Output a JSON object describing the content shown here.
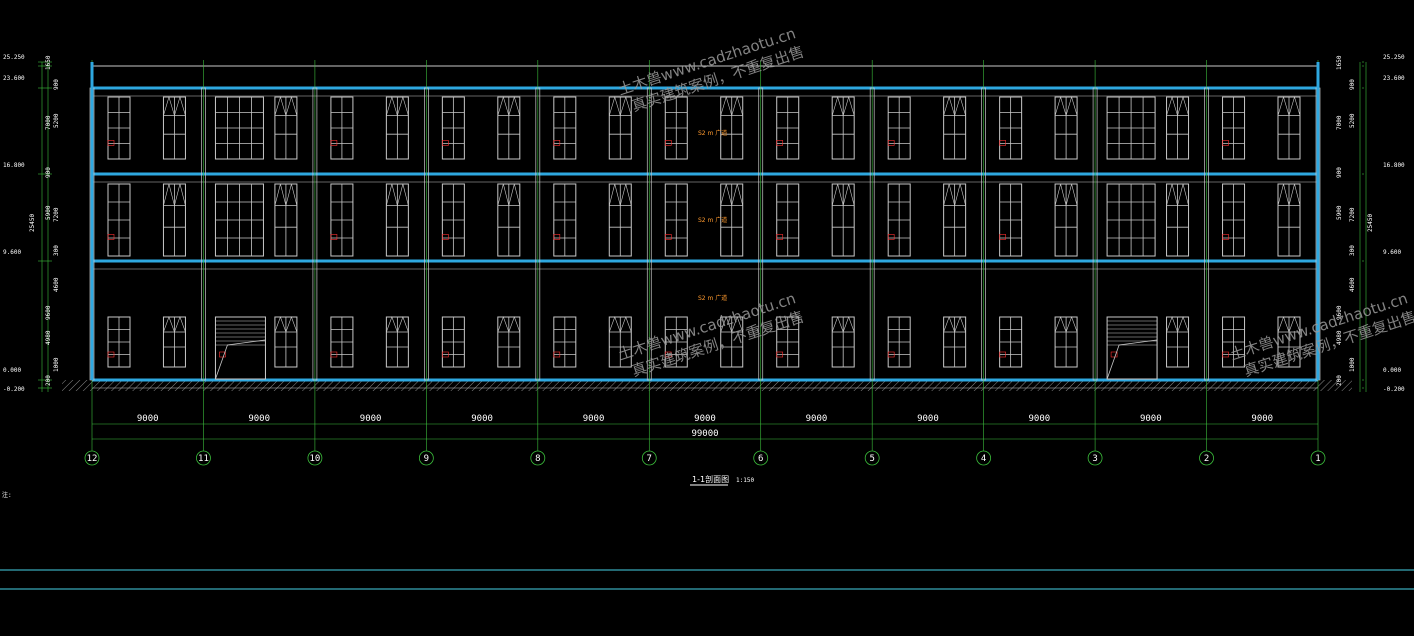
{
  "title": "1-1剖面图",
  "scale": "1:150",
  "note": "注:",
  "watermark": {
    "line1": "土木兽www.cadzhaotu.cn",
    "line2": "真实建筑案例，不重复出售"
  },
  "elevations_left": [
    "25.250",
    "23.600",
    "16.800",
    "9.600",
    "0.000",
    "-0.200"
  ],
  "elevations_right": [
    "25.250",
    "23.600",
    "16.800",
    "9.600",
    "0.000",
    "-0.200"
  ],
  "vertical_dims_left": [
    "1650",
    "900",
    "7000",
    "5200",
    "900",
    "7200",
    "5900",
    "300",
    "9600",
    "4600",
    "4980",
    "1000",
    "200"
  ],
  "overall_height_dim": "25450",
  "bay_dim": "9000",
  "overall_dim": "99000",
  "grid_axes": [
    "12",
    "11",
    "10",
    "9",
    "8",
    "7",
    "6",
    "5",
    "4",
    "3",
    "2",
    "1"
  ],
  "room_labels": [
    "S2 m 广道",
    "S2 m 广道",
    "S2 m 广道"
  ],
  "window_tags": [
    "M1"
  ],
  "colors": {
    "background": "#000000",
    "floor_lines": "#2ea8e0",
    "walls": "#c8c8c8",
    "dims": "#3cbf3c",
    "tags": "#ff3030",
    "labels": "#ff9a2e",
    "ground_hatch": "#8a8a8a",
    "frame": "#46d2e6"
  }
}
